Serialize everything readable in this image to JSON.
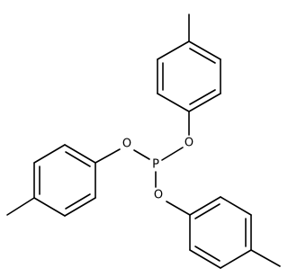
{
  "molecule": {
    "atoms": {
      "phosphorus": "P",
      "oxygen_top": "O",
      "oxygen_left": "O",
      "oxygen_bottom": "O"
    },
    "colors": {
      "bond": "#000000",
      "label": "#000000",
      "background": "#ffffff"
    }
  }
}
